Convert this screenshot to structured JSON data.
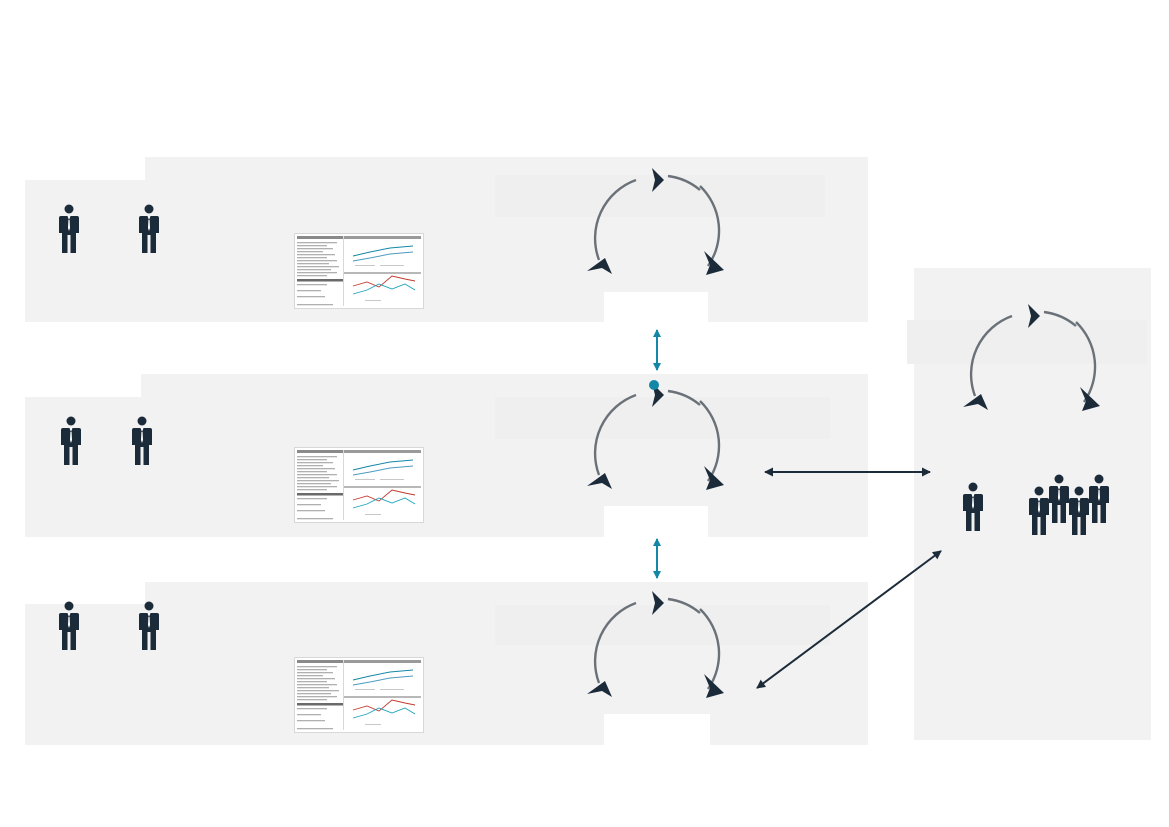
{
  "colors": {
    "background": "#ffffff",
    "panel": "#f2f2f2",
    "person": "#1c2b3a",
    "cycle_arc": "#6a7178",
    "accent_arrow": "#1486a6",
    "dark_arrow": "#1c2b3a"
  },
  "icons": {
    "person": "businessman-icon",
    "cycle": "cycle-arrows-icon",
    "report": "report-thumbnail-icon",
    "connector": "double-arrow-icon"
  },
  "levels": [
    {
      "people": 2,
      "has_report": true,
      "has_cycle": true
    },
    {
      "people": 2,
      "has_report": true,
      "has_cycle": true
    },
    {
      "people": 2,
      "has_report": true,
      "has_cycle": true
    }
  ],
  "right_panel": {
    "people_single": 1,
    "people_group": 4,
    "has_cycle": true
  }
}
